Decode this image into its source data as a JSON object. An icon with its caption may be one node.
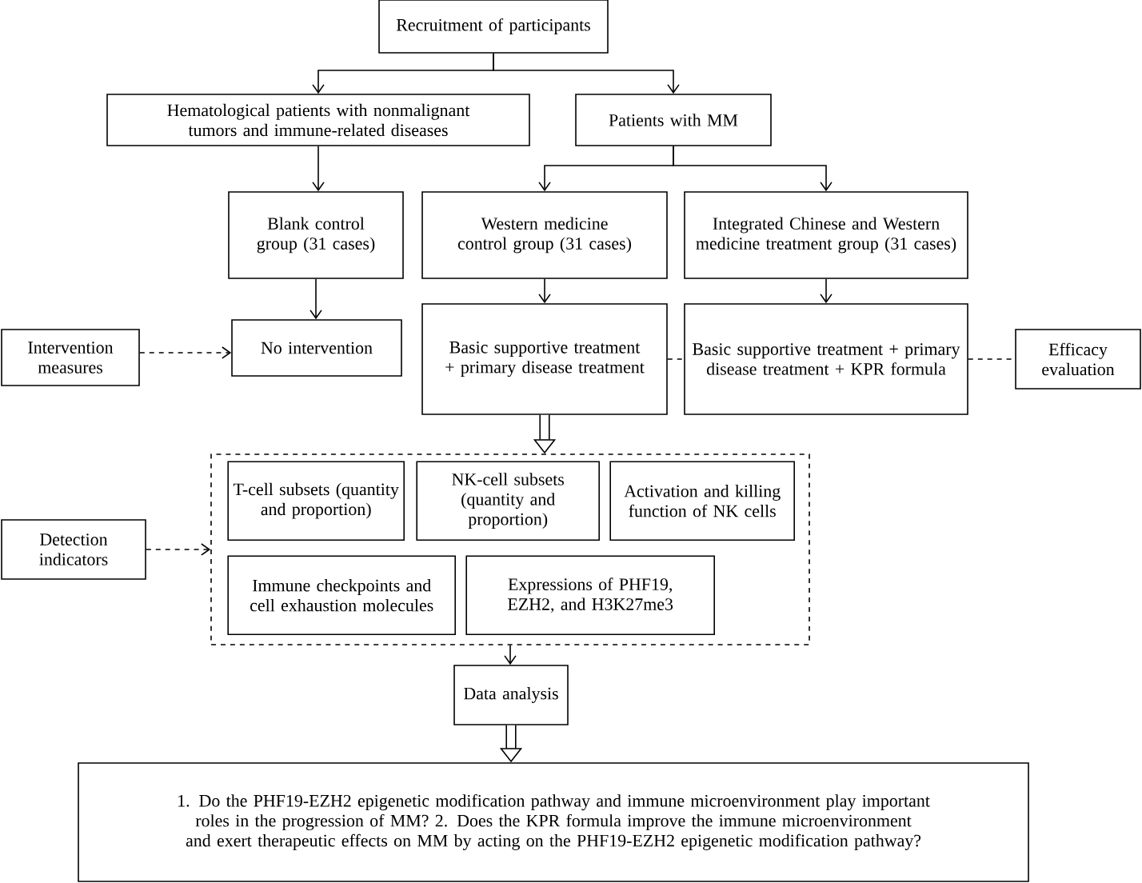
{
  "diagram": {
    "nodes": [
      {
        "text": [
          "Recruitment of participants"
        ]
      },
      {
        "text": [
          "Hematological patients with nonmalignant tumors and immune-related diseases"
        ]
      },
      {
        "text": [
          "Patients with MM"
        ]
      },
      {
        "text": [
          "Blank control group (31 cases)"
        ]
      },
      {
        "text": [
          "Western medicine control group (31 cases)"
        ]
      },
      {
        "text": [
          "Integrated Chinese and Western medicine treatment group (31 cases)"
        ]
      },
      {
        "text": [
          "No intervention"
        ]
      },
      {
        "text": [
          "Basic supportive treatment + primary disease treatment"
        ]
      },
      {
        "text": [
          "Basic supportive treatment + primary disease treatment + KPR formula"
        ]
      },
      {
        "text": [
          "Intervention measures"
        ]
      },
      {
        "text": [
          "Efficacy evaluation"
        ]
      },
      {
        "text": [],
        "shape": "box"
      },
      {
        "text": [
          "T-cell subsets (quantity and proportion)"
        ],
        "in": 11
      },
      {
        "text": [
          "NK-cell subsets (quantity and proportion)"
        ],
        "in": 11
      },
      {
        "text": [
          "Activation and killing function of NK cells"
        ],
        "in": 11
      },
      {
        "text": [
          "Immune checkpoints and cell exhaustion molecules"
        ],
        "in": 11
      },
      {
        "text": [
          "Expressions of PHF19, EZH2, and H3K27me3"
        ],
        "in": 11
      },
      {
        "text": [
          "Detection indicators"
        ]
      },
      {
        "text": [
          "Data analysis"
        ]
      },
      {
        "text": [
          "1. Do the PHF19-EZH2 epigenetic modification pathway and immune microenvironment play important roles in the progression of MM? 2. Does the KPR formula improve the immune microenvironment and exert therapeutic effects on MM by acting on the PHF19-EZH2 epigenetic modification pathway?"
        ]
      }
    ],
    "edges": [
      {
        "from": 0,
        "to": 1,
        "arrow": "to"
      },
      {
        "from": 0,
        "to": 2,
        "arrow": "to"
      },
      {
        "from": 1,
        "to": 3,
        "arrow": "to"
      },
      {
        "from": 2,
        "to": 4,
        "arrow": "to"
      },
      {
        "from": 2,
        "to": 5,
        "arrow": "to"
      },
      {
        "from": 3,
        "to": 6,
        "arrow": "to"
      },
      {
        "from": 4,
        "to": 7,
        "arrow": "to"
      },
      {
        "from": 5,
        "to": 8,
        "arrow": "to"
      },
      {
        "from": 9,
        "to": 6,
        "arrow": "to",
        "style": "dashed"
      },
      {
        "from": 7,
        "to": 8,
        "arrow": "none",
        "style": "dashed"
      },
      {
        "from": 8,
        "to": 10,
        "arrow": "none",
        "style": "dashed"
      },
      {
        "from": 7,
        "to": 11,
        "arrow": "to",
        "style": "thick"
      },
      {
        "from": 17,
        "to": 11,
        "arrow": "to",
        "style": "dashed"
      },
      {
        "from": 11,
        "to": 18,
        "arrow": "to"
      },
      {
        "from": 18,
        "to": 19,
        "arrow": "to",
        "style": "thick"
      }
    ]
  }
}
